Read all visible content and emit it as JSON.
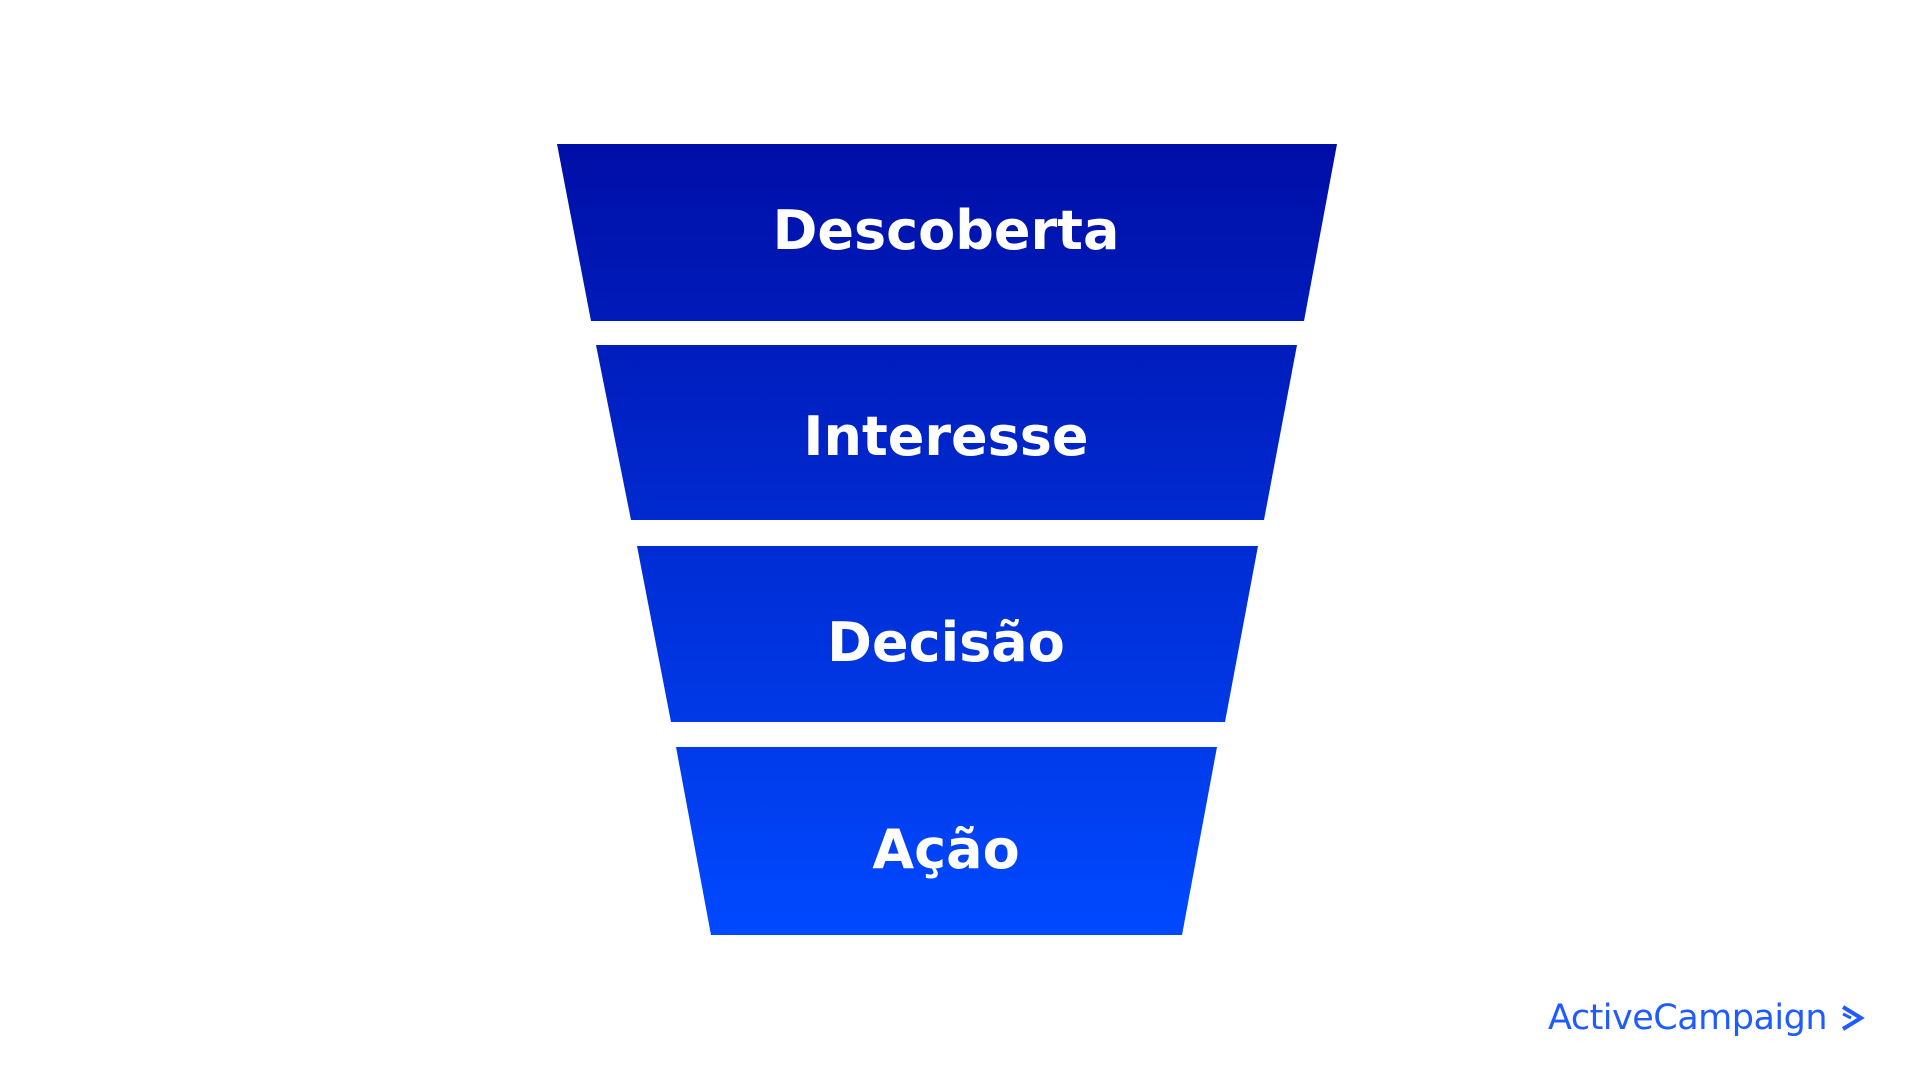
{
  "funnel": {
    "stages": [
      {
        "label": "Descoberta"
      },
      {
        "label": "Interesse"
      },
      {
        "label": "Decisão"
      },
      {
        "label": "Ação"
      }
    ],
    "colors": {
      "top": "#000ea6",
      "bottom": "#0049ff",
      "text": "#ffffff"
    }
  },
  "brand": {
    "name": "ActiveCampaign",
    "icon": "chevron-right-icon",
    "color": "#1f5bff"
  }
}
